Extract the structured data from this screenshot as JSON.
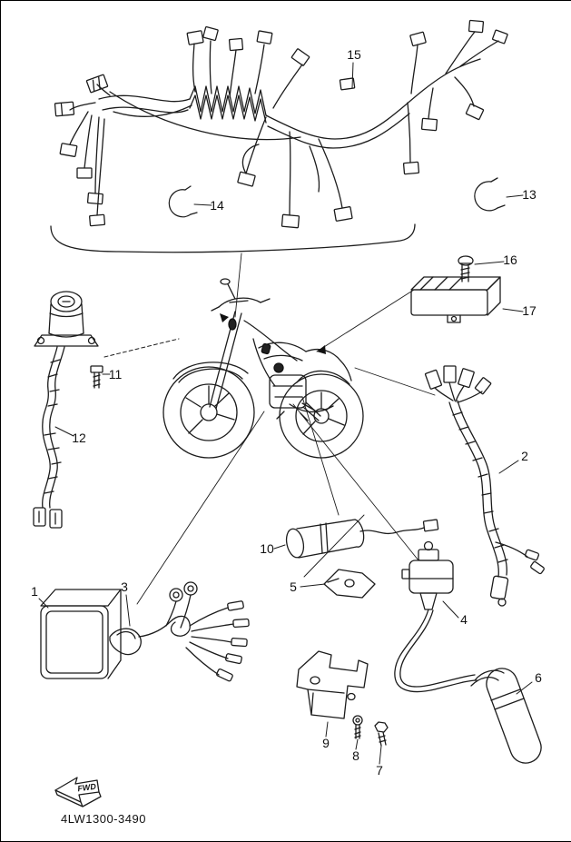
{
  "diagram": {
    "part_code": "4LW1300-3490",
    "fwd_label": "FWD",
    "callouts": {
      "c1": "1",
      "c2": "2",
      "c3": "3",
      "c4": "4",
      "c5": "5",
      "c6": "6",
      "c7": "7",
      "c8": "8",
      "c9": "9",
      "c10": "10",
      "c11": "11",
      "c12": "12",
      "c13": "13",
      "c14": "14",
      "c15": "15",
      "c16": "16",
      "c17": "17"
    }
  }
}
